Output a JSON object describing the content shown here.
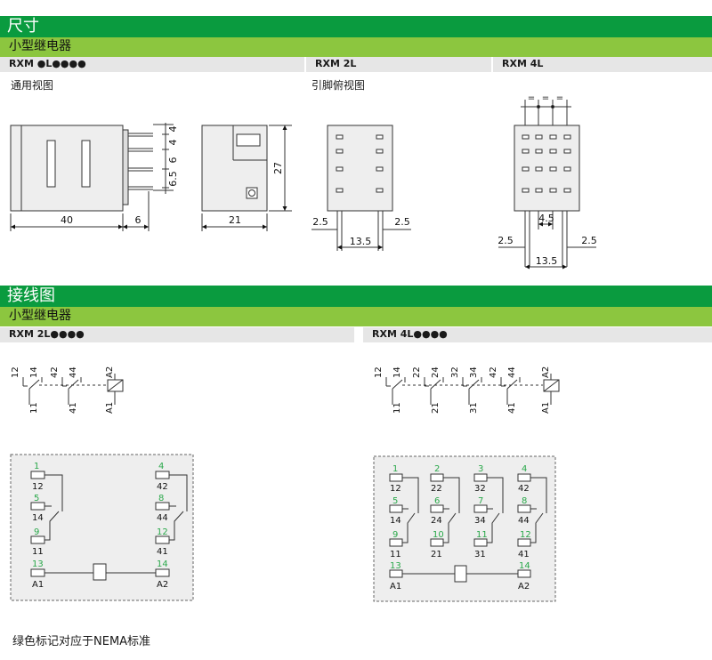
{
  "sections": {
    "dimensions": {
      "title": "尺寸",
      "subtitle": "小型继电器",
      "col1": "RXM ●L●●●●",
      "col2": "RXM 2L",
      "col3": "RXM 4L",
      "view1": "通用视图",
      "view2": "引脚俯视图"
    },
    "wiring": {
      "title": "接线图",
      "subtitle": "小型继电器",
      "col1": "RXM 2L●●●●",
      "col2": "RXM 4L●●●●"
    }
  },
  "dims": {
    "width40": "40",
    "pin6": "6",
    "side21": "21",
    "height27": "27",
    "pitch4a": "4",
    "pitch4b": "4",
    "pitch6": "6",
    "pitch65": "6.5",
    "left25": "2.5",
    "right25": "2.5",
    "span135": "13.5",
    "four_left25": "2.5",
    "four_right25": "2.5",
    "four_45": "4.5",
    "four_135": "13.5"
  },
  "schem2": {
    "top": [
      "12",
      "14",
      "42",
      "44",
      "A2"
    ],
    "bottom": [
      "11",
      "41",
      "A1"
    ]
  },
  "schem4": {
    "top": [
      "12",
      "14",
      "22",
      "24",
      "32",
      "34",
      "42",
      "44",
      "A2"
    ],
    "bottom": [
      "11",
      "21",
      "31",
      "41",
      "A1"
    ]
  },
  "socket2": {
    "left": [
      {
        "g": "1",
        "n": "12"
      },
      {
        "g": "5",
        "n": "14"
      },
      {
        "g": "9",
        "n": "11"
      }
    ],
    "right": [
      {
        "g": "4",
        "n": "42"
      },
      {
        "g": "8",
        "n": "44"
      },
      {
        "g": "12",
        "n": "41"
      }
    ],
    "coil": [
      {
        "g": "13",
        "n": "A1"
      },
      {
        "g": "14",
        "n": "A2"
      }
    ]
  },
  "socket4": {
    "cols": [
      [
        {
          "g": "1",
          "n": "12"
        },
        {
          "g": "5",
          "n": "14"
        },
        {
          "g": "9",
          "n": "11"
        }
      ],
      [
        {
          "g": "2",
          "n": "22"
        },
        {
          "g": "6",
          "n": "24"
        },
        {
          "g": "10",
          "n": "21"
        }
      ],
      [
        {
          "g": "3",
          "n": "32"
        },
        {
          "g": "7",
          "n": "34"
        },
        {
          "g": "11",
          "n": "31"
        }
      ],
      [
        {
          "g": "4",
          "n": "42"
        },
        {
          "g": "8",
          "n": "44"
        },
        {
          "g": "12",
          "n": "41"
        }
      ]
    ],
    "coil": [
      {
        "g": "13",
        "n": "A1"
      },
      {
        "g": "14",
        "n": "A2"
      }
    ]
  },
  "footnote": "绿色标记对应于NEMA标准",
  "colors": {
    "header": "#0a9b3f",
    "subheader": "#8cc63f",
    "nema": "#2aa84a"
  }
}
